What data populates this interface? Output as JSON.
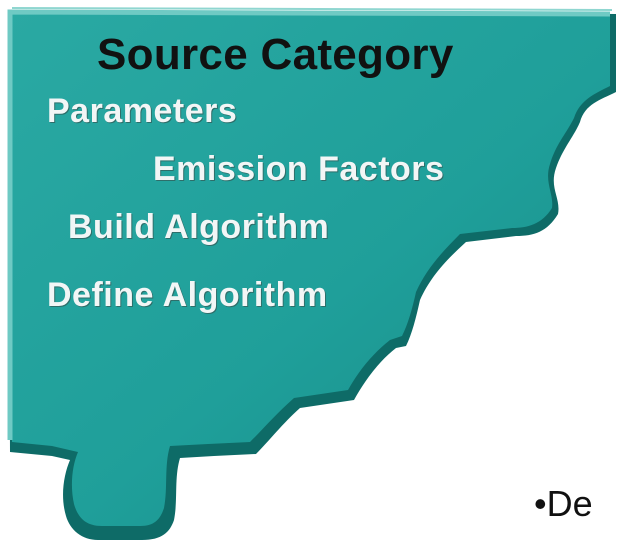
{
  "puzzle": {
    "title": "Source Category",
    "items": [
      {
        "label": "Parameters"
      },
      {
        "label": "Emission Factors"
      },
      {
        "label": "Build Algorithm"
      },
      {
        "label": "Define Algorithm"
      }
    ]
  },
  "bullet": {
    "text": "•De"
  },
  "colors": {
    "teal": "#1f9f9a",
    "teal_dark": "#0e6b67",
    "teal_light": "#5cc3bd",
    "title_text": "#111111",
    "item_text": "#f2f6f6"
  },
  "icons": {
    "puzzle_piece": "puzzle-piece-icon"
  }
}
